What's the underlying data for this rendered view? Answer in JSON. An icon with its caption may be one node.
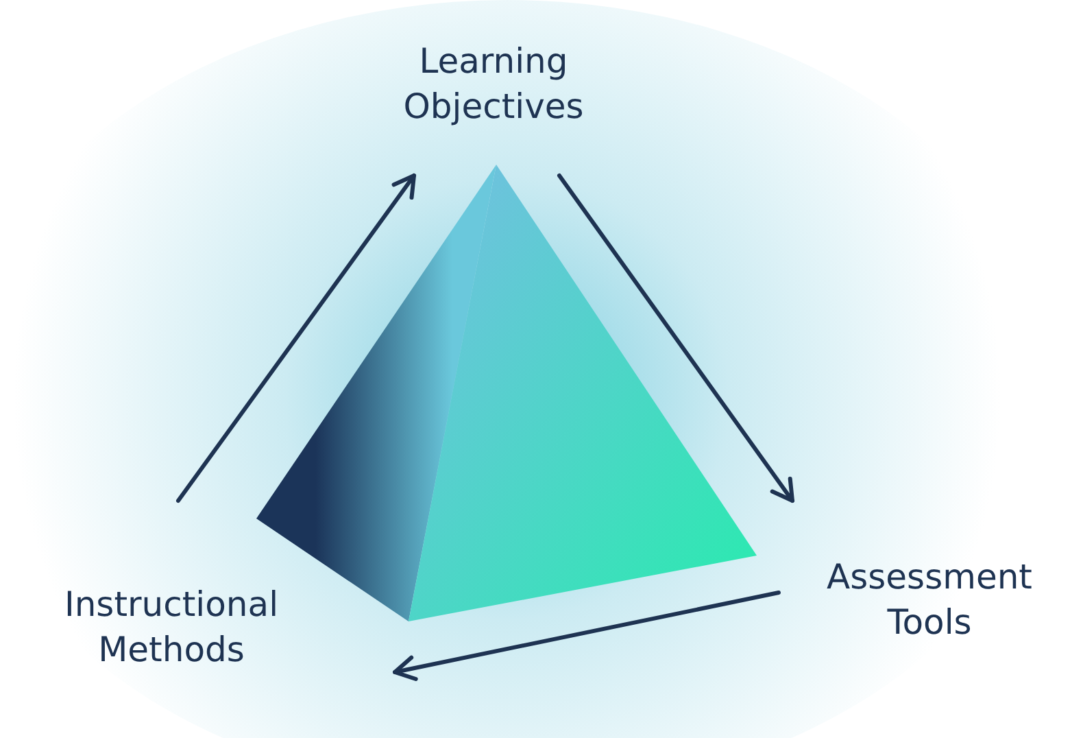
{
  "diagram": {
    "nodes": [
      {
        "text": [
          "Learning Objectives"
        ]
      },
      {
        "text": [
          "Assessment Tools"
        ]
      },
      {
        "text": [
          "Instructional Methods"
        ]
      }
    ],
    "edges": [
      {
        "from": 2,
        "to": 0,
        "arrow": "to"
      },
      {
        "from": 0,
        "to": 1,
        "arrow": "to"
      },
      {
        "from": 1,
        "to": 2,
        "arrow": "to"
      }
    ]
  }
}
